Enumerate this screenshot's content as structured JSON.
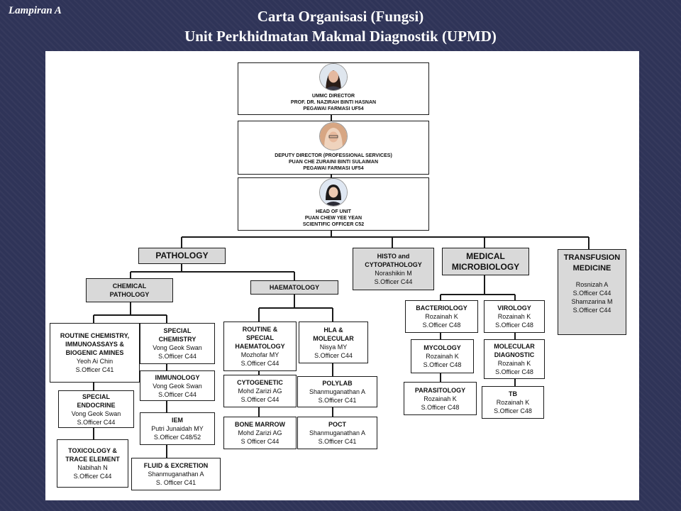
{
  "lampiran": "Lampiran A",
  "title_line1": "Carta Organisasi (Fungsi)",
  "title_line2": "Unit Perkhidmatan Makmal Diagnostik (UPMD)",
  "director": {
    "role": "UMMC DIRECTOR",
    "name": "PROF. DR. NAZIRAH BINTI HASNAN",
    "grade": "PEGAWAI FARMASI UF54"
  },
  "deputy": {
    "role": "DEPUTY DIRECTOR (PROFESSIONAL SERVICES)",
    "name": "PUAN CHE ZURAINI BINTI SULAIMAN",
    "grade": "PEGAWAI FARMASI UF54"
  },
  "head": {
    "role": "HEAD OF UNIT",
    "name": "PUAN CHEW YEE YEAN",
    "grade": "SCIENTIFIC OFFICER C52"
  },
  "pathology": "PATHOLOGY",
  "histo": {
    "title1": "HISTO and",
    "title2": "CYTOPATHOLOGY",
    "name": "Norashikin M",
    "grade": "S.Officer C44"
  },
  "microbiology": {
    "title1": "MEDICAL",
    "title2": "MICROBIOLOGY"
  },
  "transfusion": {
    "title1": "TRANSFUSION",
    "title2": "MEDICINE",
    "name1": "Rosnizah A",
    "grade1": "S.Officer C44",
    "name2": "Shamzarina M",
    "grade2": "S.Officer C44"
  },
  "chemical": {
    "title1": "CHEMICAL",
    "title2": "PATHOLOGY"
  },
  "haematology": "HAEMATOLOGY",
  "routine_chem": {
    "t1": "ROUTINE CHEMISTRY,",
    "t2": "IMMUNOASSAYS &",
    "t3": "BIOGENIC AMINES",
    "name": "Yeoh Ai Chin",
    "grade": "S.Officer C41"
  },
  "special_endo": {
    "t1": "SPECIAL",
    "t2": "ENDOCRINE",
    "name": "Vong Geok Swan",
    "grade": "S.Officer C44"
  },
  "toxicology": {
    "t1": "TOXICOLOGY &",
    "t2": "TRACE ELEMENT",
    "name": "Nabihah N",
    "grade": "S.Officer C44"
  },
  "special_chem": {
    "t1": "SPECIAL",
    "t2": "CHEMISTRY",
    "name": "Vong Geok Swan",
    "grade": "S.Officer C44"
  },
  "immunology": {
    "t1": "IMMUNOLOGY",
    "name": "Vong Geok Swan",
    "grade": "S.Officer C44"
  },
  "iem": {
    "t1": "IEM",
    "name": "Putri Junaidah MY",
    "grade": "S.Officer C48/52"
  },
  "fluid": {
    "t1": "FLUID & EXCRETION",
    "name": "Shanmuganathan A",
    "grade": "S. Officer C41"
  },
  "routine_haem": {
    "t1": "ROUTINE &",
    "t2": "SPECIAL",
    "t3": "HAEMATOLOGY",
    "name": "Mozhofar MY",
    "grade": "S.Officer C44"
  },
  "cytogenetic": {
    "t1": "CYTOGENETIC",
    "name": "Mohd Zarizi AG",
    "grade": "S.Officer C44"
  },
  "bone_marrow": {
    "t1": "BONE MARROW",
    "name": "Mohd Zarizi AG",
    "grade": "S Officer C44"
  },
  "hla": {
    "t1": "HLA &",
    "t2": "MOLECULAR",
    "name": "Nisya MY",
    "grade": "S.Officer C44"
  },
  "polylab": {
    "t1": "POLYLAB",
    "name": "Shanmuganathan A",
    "grade": "S.Officer C41"
  },
  "poct": {
    "t1": "POCT",
    "name": "Shanmuganathan A",
    "grade": "S.Officer C41"
  },
  "bacteriology": {
    "t1": "BACTERIOLOGY",
    "name": "Rozainah K",
    "grade": "S.Officer C48"
  },
  "mycology": {
    "t1": "MYCOLOGY",
    "name": "Rozainah K",
    "grade": "S.Officer C48"
  },
  "parasitology": {
    "t1": "PARASITOLOGY",
    "name": "Rozainah K",
    "grade": "S.Officer C48"
  },
  "virology": {
    "t1": "VIROLOGY",
    "name": "Rozainah K",
    "grade": "S.Officer C48"
  },
  "molecular_dx": {
    "t1": "MOLECULAR",
    "t2": "DIAGNOSTIC",
    "name": "Rozainah K",
    "grade": "S.Officer C48"
  },
  "tb": {
    "t1": "TB",
    "name": "Rozainah K",
    "grade": "S.Officer C48"
  }
}
